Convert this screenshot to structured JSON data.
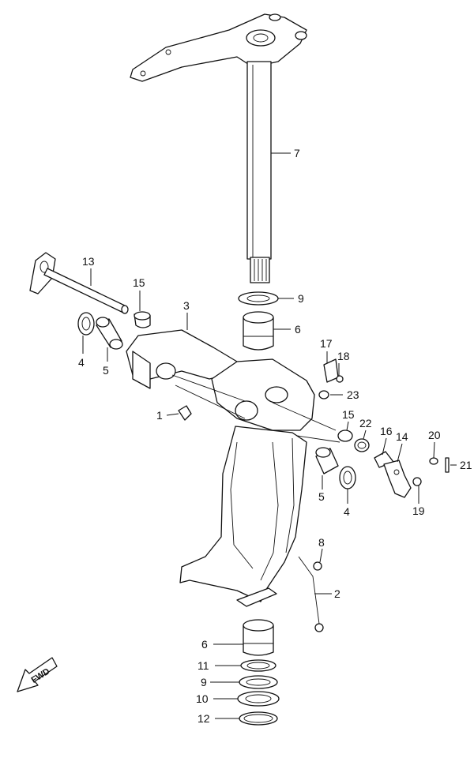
{
  "diagram": {
    "fwd_label": "FWD",
    "callouts": [
      {
        "id": "c7",
        "label": "7"
      },
      {
        "id": "c13",
        "label": "13"
      },
      {
        "id": "c15a",
        "label": "15"
      },
      {
        "id": "c3",
        "label": "3"
      },
      {
        "id": "c9a",
        "label": "9"
      },
      {
        "id": "c6a",
        "label": "6"
      },
      {
        "id": "c4a",
        "label": "4"
      },
      {
        "id": "c5a",
        "label": "5"
      },
      {
        "id": "c17",
        "label": "17"
      },
      {
        "id": "c18",
        "label": "18"
      },
      {
        "id": "c23",
        "label": "23"
      },
      {
        "id": "c1",
        "label": "1"
      },
      {
        "id": "c15b",
        "label": "15"
      },
      {
        "id": "c22",
        "label": "22"
      },
      {
        "id": "c16",
        "label": "16"
      },
      {
        "id": "c14",
        "label": "14"
      },
      {
        "id": "c20",
        "label": "20"
      },
      {
        "id": "c21",
        "label": "21"
      },
      {
        "id": "c5b",
        "label": "5"
      },
      {
        "id": "c4b",
        "label": "4"
      },
      {
        "id": "c19",
        "label": "19"
      },
      {
        "id": "c8",
        "label": "8"
      },
      {
        "id": "c2",
        "label": "2"
      },
      {
        "id": "c6b",
        "label": "6"
      },
      {
        "id": "c11",
        "label": "11"
      },
      {
        "id": "c9b",
        "label": "9"
      },
      {
        "id": "c10",
        "label": "10"
      },
      {
        "id": "c12",
        "label": "12"
      }
    ]
  }
}
